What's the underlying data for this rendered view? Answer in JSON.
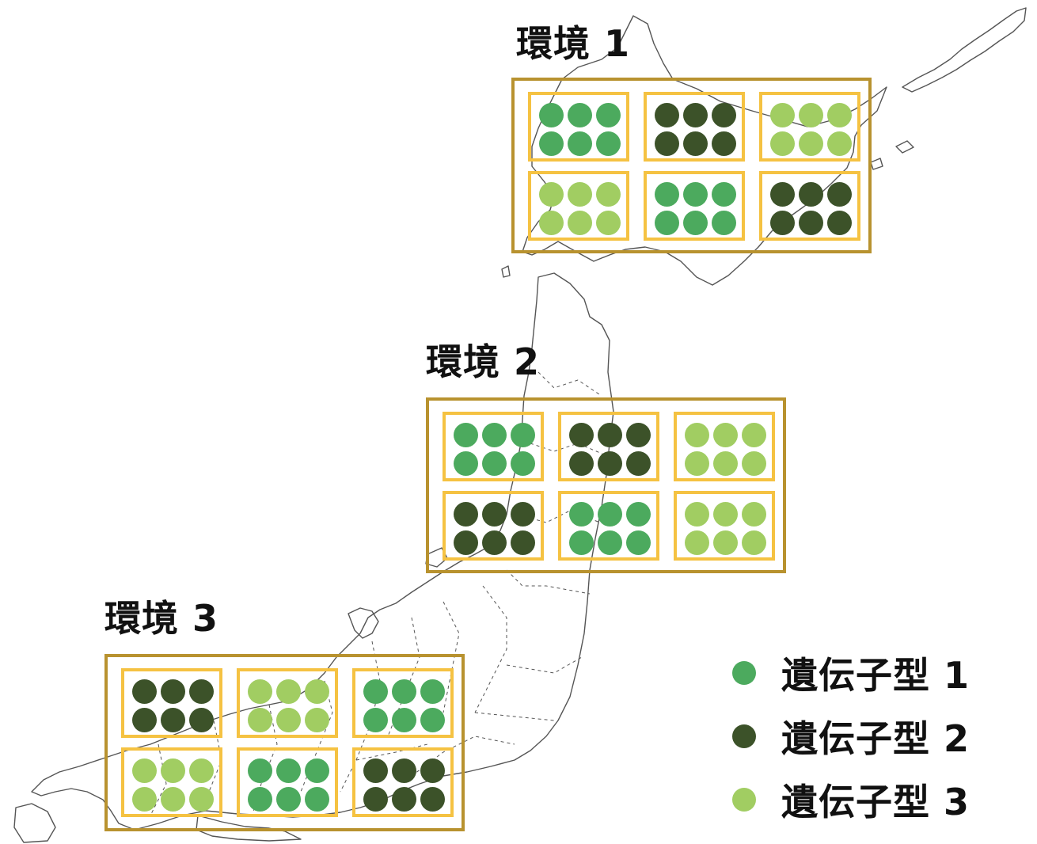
{
  "colors": {
    "genotype_1": "#4caa5e",
    "genotype_2": "#3c5229",
    "genotype_3": "#a1cd62",
    "environment_border": "#b8922f",
    "population_border": "#f5c242",
    "map_outline": "#555555"
  },
  "environments": [
    {
      "label": "環境 1",
      "populations": [
        1,
        2,
        3,
        3,
        1,
        2
      ]
    },
    {
      "label": "環境 2",
      "populations": [
        1,
        2,
        3,
        2,
        1,
        3
      ]
    },
    {
      "label": "環境 3",
      "populations": [
        2,
        3,
        1,
        3,
        1,
        2
      ]
    }
  ],
  "legend": [
    {
      "label": "遺伝子型 1",
      "genotype": 1
    },
    {
      "label": "遺伝子型 2",
      "genotype": 2
    },
    {
      "label": "遺伝子型 3",
      "genotype": 3
    }
  ]
}
